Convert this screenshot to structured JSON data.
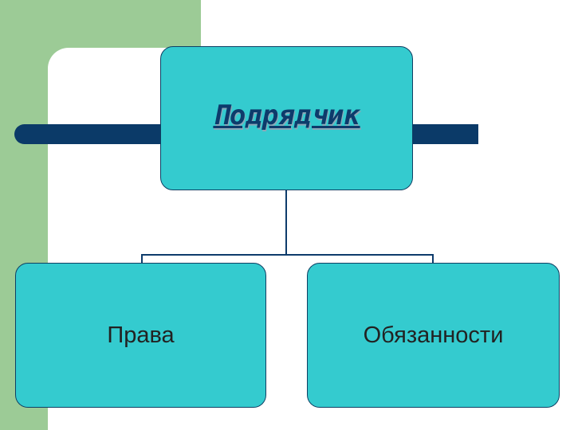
{
  "diagram": {
    "root": {
      "label": "Подрядчик"
    },
    "children": [
      {
        "label": "Права"
      },
      {
        "label": "Обязанности"
      }
    ]
  },
  "colors": {
    "background_strip": "#9ccb96",
    "box_fill": "#34cbcf",
    "box_border": "#0e3f63",
    "bar": "#0b3a68",
    "connector": "#0d3b6b"
  }
}
